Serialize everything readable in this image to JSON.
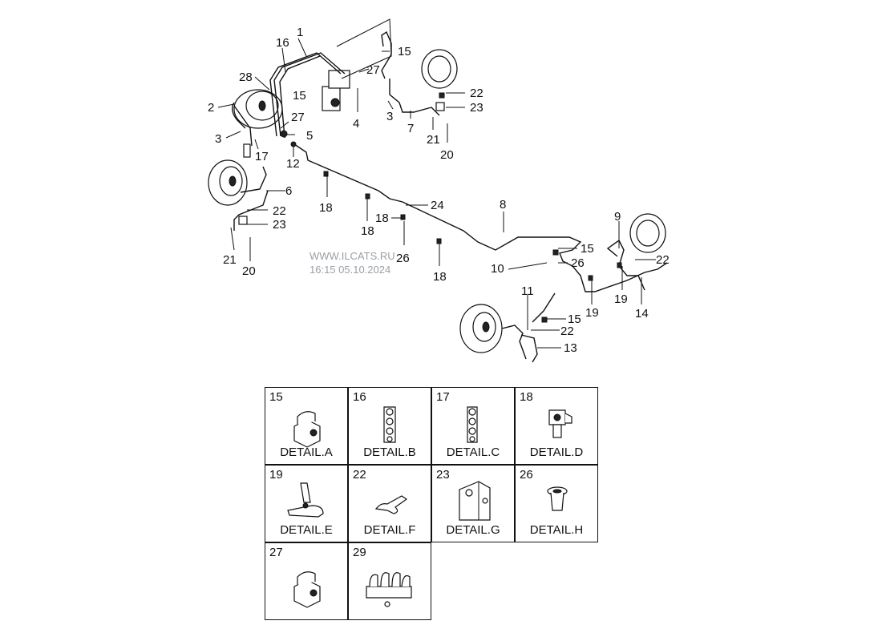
{
  "watermark": {
    "line1": "WWW.ILCATS.RU",
    "line2": "16:15 05.10.2024"
  },
  "callouts": [
    "1",
    "2",
    "3",
    "3",
    "4",
    "5",
    "6",
    "7",
    "8",
    "9",
    "10",
    "11",
    "12",
    "13",
    "14",
    "15",
    "15",
    "15",
    "15",
    "16",
    "17",
    "18",
    "18",
    "18",
    "18",
    "19",
    "19",
    "20",
    "20",
    "21",
    "21",
    "22",
    "22",
    "22",
    "22",
    "23",
    "23",
    "24",
    "26",
    "26",
    "27",
    "27",
    "28"
  ],
  "details": [
    {
      "num": "15",
      "label": "DETAIL.A",
      "icon": "clip-block-icon"
    },
    {
      "num": "16",
      "label": "DETAIL.B",
      "icon": "tube-clip-icon"
    },
    {
      "num": "17",
      "label": "DETAIL.C",
      "icon": "tube-clip-icon"
    },
    {
      "num": "18",
      "label": "DETAIL.D",
      "icon": "push-clip-icon"
    },
    {
      "num": "19",
      "label": "DETAIL.E",
      "icon": "bracket-clamp-icon"
    },
    {
      "num": "22",
      "label": "DETAIL.F",
      "icon": "spring-clip-icon"
    },
    {
      "num": "23",
      "label": "DETAIL.G",
      "icon": "bracket-box-icon"
    },
    {
      "num": "26",
      "label": "DETAIL.H",
      "icon": "grommet-icon"
    },
    {
      "num": "27",
      "label": "",
      "icon": "clip-block-icon"
    },
    {
      "num": "29",
      "label": "",
      "icon": "multi-clip-icon"
    }
  ]
}
